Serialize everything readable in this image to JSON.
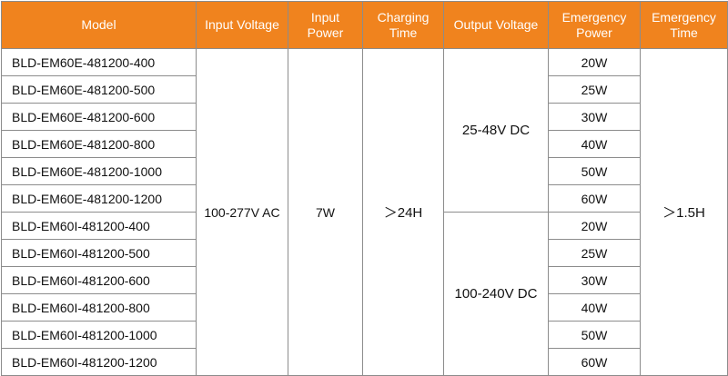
{
  "headers": {
    "model": "Model",
    "input_voltage": "Input Voltage",
    "input_power": "Input\nPower",
    "charging_time": "Charging\nTime",
    "output_voltage": "Output Voltage",
    "emergency_power": "Emergency\nPower",
    "emergency_time": "Emergency\nTime"
  },
  "shared": {
    "input_voltage": "100-277V AC",
    "input_power": "7W",
    "charging_time": "＞24H",
    "emergency_time": "＞1.5H"
  },
  "output_voltages": [
    "25-48V DC",
    "100-240V DC"
  ],
  "rows": [
    {
      "model": "BLD-EM60E-481200-400",
      "power": "20W"
    },
    {
      "model": "BLD-EM60E-481200-500",
      "power": "25W"
    },
    {
      "model": "BLD-EM60E-481200-600",
      "power": "30W"
    },
    {
      "model": "BLD-EM60E-481200-800",
      "power": "40W"
    },
    {
      "model": "BLD-EM60E-481200-1000",
      "power": "50W"
    },
    {
      "model": "BLD-EM60E-481200-1200",
      "power": "60W"
    },
    {
      "model": "BLD-EM60I-481200-400",
      "power": "20W"
    },
    {
      "model": "BLD-EM60I-481200-500",
      "power": "25W"
    },
    {
      "model": "BLD-EM60I-481200-600",
      "power": "30W"
    },
    {
      "model": "BLD-EM60I-481200-800",
      "power": "40W"
    },
    {
      "model": "BLD-EM60I-481200-1000",
      "power": "50W"
    },
    {
      "model": "BLD-EM60I-481200-1200",
      "power": "60W"
    }
  ],
  "colors": {
    "header_bg": "#f0831e",
    "header_text": "#ffffff",
    "border": "#8c8c8c"
  }
}
